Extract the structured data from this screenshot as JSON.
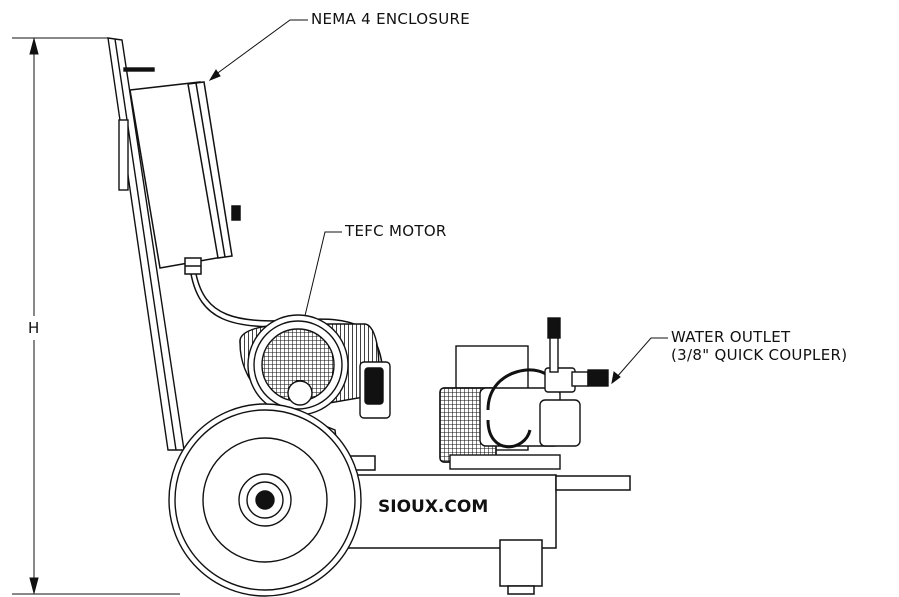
{
  "labels": {
    "enclosure": "NEMA 4 ENCLOSURE",
    "motor": "TEFC MOTOR",
    "outlet_line1": "WATER OUTLET",
    "outlet_line2": "(3/8\" QUICK COUPLER)",
    "height": "H"
  },
  "brand": "SIOUX.COM",
  "colors": {
    "line": "#111111",
    "paper": "#ffffff"
  }
}
